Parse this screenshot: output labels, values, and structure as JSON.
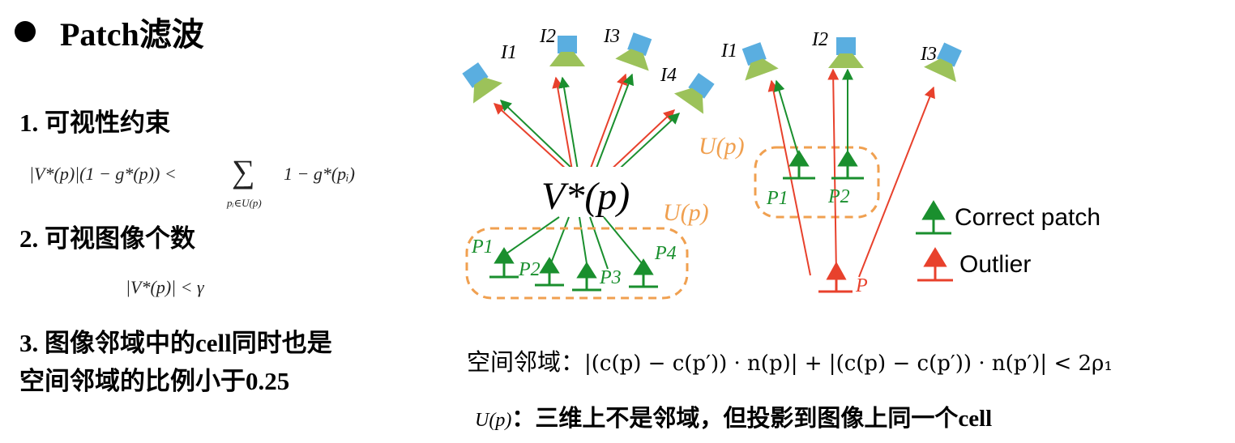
{
  "slide": {
    "title": "Patch滤波",
    "items": [
      "1.   可视性约束",
      "2. 可视图像个数",
      "3. 图像邻域中的cell同时也是",
      "空间邻域的比例小于0.25"
    ],
    "formula1": "|V*(p)|(1 − g*(p)) <",
    "formula1_sum": "∑",
    "formula1_sub": "pᵢ∈U(p)",
    "formula1_tail": "1 − g*(pᵢ)",
    "formula2": "|V*(p)| < γ"
  },
  "figure": {
    "left": {
      "cams": [
        "I1",
        "I2",
        "I3",
        "I4"
      ],
      "center": "V*(p)",
      "region": "U(p)",
      "patches": [
        "P1",
        "P2",
        "P3",
        "P4"
      ]
    },
    "right": {
      "cams": [
        "I1",
        "I2",
        "I3"
      ],
      "region": "U(p)",
      "patches": [
        "P1",
        "P2"
      ],
      "outlier": "P"
    },
    "legend": {
      "correct": "Correct patch",
      "outlier": "Outlier"
    },
    "colors": {
      "green": "#1a8f2e",
      "red": "#e8412c",
      "orange": "#f0a050",
      "cam_blue": "#5aaee0",
      "cam_green": "#9cc25a"
    }
  },
  "bottom": {
    "line1_label": "空间邻域：",
    "line1_formula": "|(c(p) − c(p′)) · n(p)| + |(c(p) − c(p′)) · n(p′)| < 2ρ₁",
    "line2_sym": "U(p)",
    "line2_text": "：三维上不是邻域，但投影到图像上同一个cell"
  }
}
